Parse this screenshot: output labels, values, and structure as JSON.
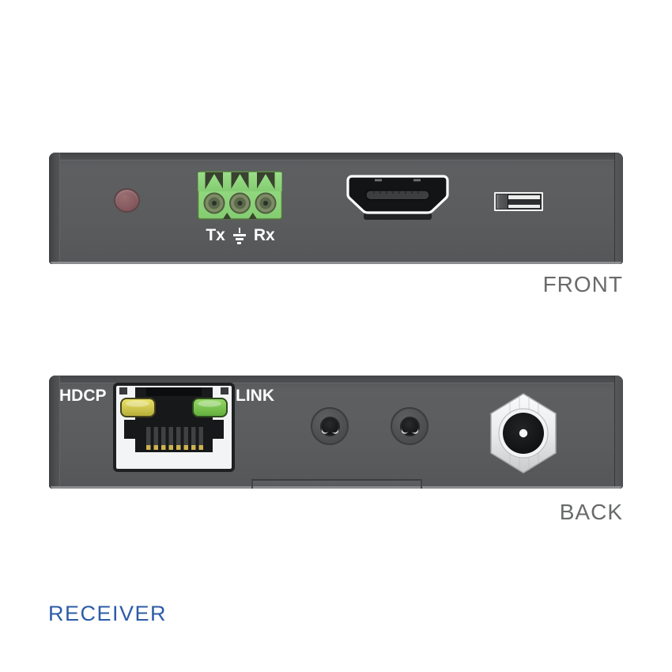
{
  "product": {
    "name_label": "RECEIVER",
    "front": {
      "caption": "FRONT",
      "terminal": {
        "tx_label": "Tx",
        "rx_label": "Rx",
        "ground_icon": "earth-ground-icon"
      },
      "ports": [
        "status-led",
        "3-pin-phoenix-terminal",
        "hdmi-port",
        "slide-switch"
      ]
    },
    "back": {
      "caption": "BACK",
      "hdcp_label": "HDCP",
      "link_label": "LINK",
      "ports": [
        "rj45-port",
        "audio-jack",
        "audio-jack",
        "dc-power-jack"
      ],
      "rj45_leds": [
        "yellow",
        "green"
      ]
    }
  },
  "colors": {
    "background": "#ffffff",
    "panel_gray": "#595b5d",
    "caption_gray": "#696a6b",
    "receiver_blue": "#2d5ca7",
    "terminal_green": "#8fd67d",
    "led_red": "#865a5e",
    "rj45_led_yellow": "#ddd75c",
    "rj45_led_green": "#84cf58"
  }
}
